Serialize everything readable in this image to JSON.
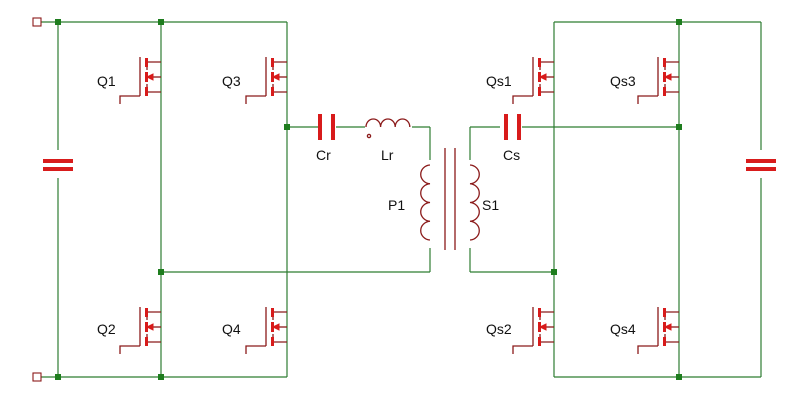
{
  "labels": {
    "q1": "Q1",
    "q2": "Q2",
    "q3": "Q3",
    "q4": "Q4",
    "qs1": "Qs1",
    "qs2": "Qs2",
    "qs3": "Qs3",
    "qs4": "Qs4",
    "cr": "Cr",
    "lr": "Lr",
    "p1": "P1",
    "s1": "S1",
    "cs": "Cs"
  },
  "colors": {
    "wire": "#2e7d32",
    "component": "#8b1a1a",
    "accent": "#d81b1b",
    "junction": "#1e7d1e"
  }
}
